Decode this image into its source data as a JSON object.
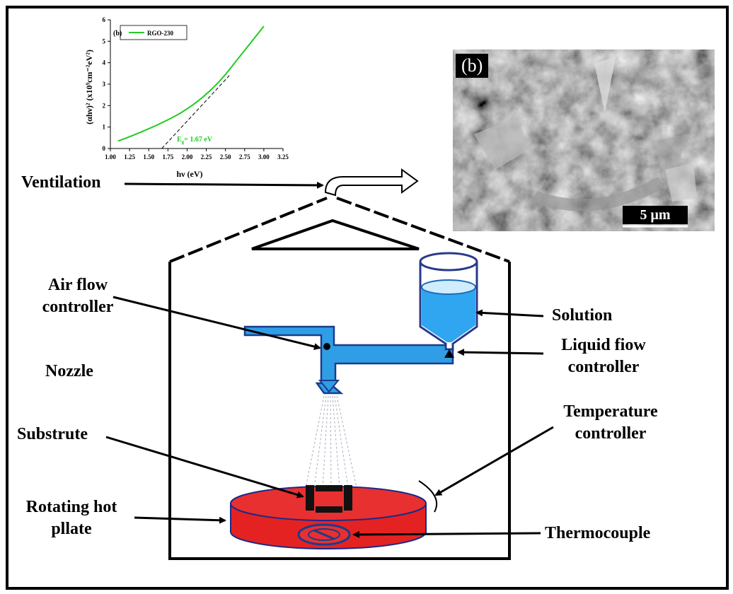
{
  "labels": {
    "ventilation": "Ventilation",
    "air_flow_1": "Air flow",
    "air_flow_2": "controller",
    "solution": "Solution",
    "liquid_flow_1": "Liquid fiow",
    "liquid_flow_2": "controller",
    "nozzle": "Nozzle",
    "substrate": "Substrute",
    "temp_1": "Temperature",
    "temp_2": "controller",
    "hotplate_1": "Rotating hot",
    "hotplate_2": "pllate",
    "thermocouple": "Thermocouple"
  },
  "sem": {
    "tag": "(b)",
    "scale_label": "5 μm"
  },
  "chart_data": {
    "type": "line",
    "panel_tag": "(b)",
    "xlabel": "hν (eV)",
    "ylabel": "(αhν)² (x10⁹cm⁻²eV²)",
    "xlim": [
      1.0,
      3.25
    ],
    "ylim": [
      0,
      6
    ],
    "xticks": [
      "1.00",
      "1.25",
      "1.50",
      "1.75",
      "2.00",
      "2.25",
      "2.50",
      "2.75",
      "3.00",
      "3.25"
    ],
    "yticks": [
      "0",
      "1",
      "2",
      "3",
      "4",
      "5",
      "6"
    ],
    "series": [
      {
        "name": "RGO-230",
        "color": "#22cc22",
        "x": [
          1.1,
          1.2,
          1.3,
          1.4,
          1.5,
          1.6,
          1.7,
          1.8,
          1.9,
          2.0,
          2.1,
          2.2,
          2.3,
          2.4,
          2.5,
          2.6,
          2.7,
          2.8,
          2.9,
          3.0
        ],
        "y": [
          0.35,
          0.48,
          0.62,
          0.77,
          0.92,
          1.08,
          1.25,
          1.43,
          1.62,
          1.85,
          2.1,
          2.38,
          2.7,
          3.05,
          3.45,
          3.9,
          4.35,
          4.8,
          5.25,
          5.7
        ]
      }
    ],
    "tangent": {
      "x": [
        1.67,
        2.55
      ],
      "y": [
        0,
        3.4
      ]
    },
    "annotation": "Eg= 1.67 eV"
  }
}
